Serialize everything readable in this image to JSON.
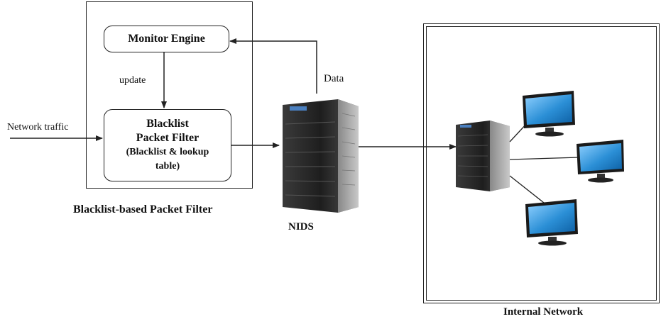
{
  "filter_group": {
    "caption": "Blacklist-based Packet Filter",
    "monitor_engine": "Monitor Engine",
    "update_label": "update",
    "blacklist_box": {
      "line1": "Blacklist",
      "line2": "Packet Filter",
      "line3": "(Blacklist & lookup",
      "line4": "table)"
    }
  },
  "inputs": {
    "network_traffic": "Network traffic"
  },
  "nids": {
    "label": "NIDS",
    "data_label": "Data"
  },
  "internal_network": {
    "caption": "Internal Network"
  },
  "icons": {
    "nids_server": "tower-server-icon",
    "internal_server": "tower-server-icon",
    "monitors": [
      "desktop-monitor-icon",
      "desktop-monitor-icon",
      "desktop-monitor-icon"
    ]
  },
  "colors": {
    "line": "#222222",
    "screen_blue": "#2b8fd6",
    "server_dark": "#2a2a2a"
  }
}
